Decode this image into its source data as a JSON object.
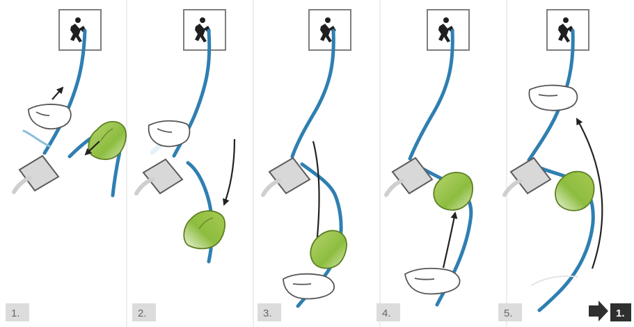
{
  "panels": [
    {
      "label": "1."
    },
    {
      "label": "2."
    },
    {
      "label": "3."
    },
    {
      "label": "4."
    },
    {
      "label": "5."
    }
  ],
  "repeat": {
    "label": "1.",
    "icon": "right-arrow-icon"
  },
  "colors": {
    "rope": "#2f7fb1",
    "rope_light": "#89bfdc",
    "device": "#d8d8d8",
    "device_stroke": "#5b5b5b",
    "green_hand": "#8cbd3f",
    "green_hand_light": "#cfe1a2",
    "divider": "#e7e7e7",
    "arrow": "#222222"
  }
}
